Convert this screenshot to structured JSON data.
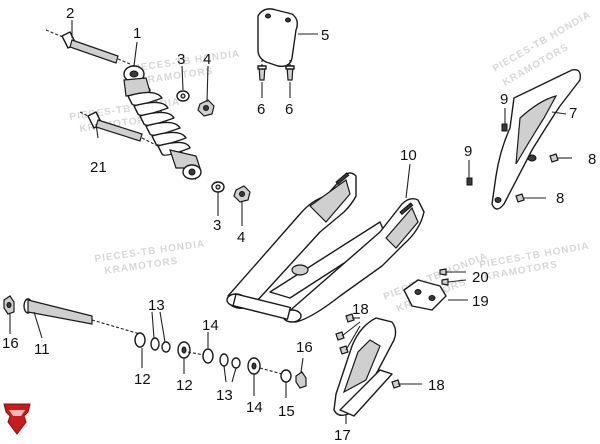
{
  "diagram": {
    "watermark": {
      "line1": "PIECES-TB HONDIA",
      "line2": "KRAMOTORS"
    },
    "callouts": {
      "p1": "1",
      "p2": "2",
      "p3a": "3",
      "p3b": "3",
      "p4a": "4",
      "p4b": "4",
      "p5": "5",
      "p6a": "6",
      "p6b": "6",
      "p7": "7",
      "p8a": "8",
      "p8b": "8",
      "p9a": "9",
      "p9b": "9",
      "p10": "10",
      "p11": "11",
      "p12a": "12",
      "p12b": "12",
      "p13a": "13",
      "p13b": "13",
      "p14a": "14",
      "p14b": "14",
      "p15": "15",
      "p16a": "16",
      "p16b": "16",
      "p17": "17",
      "p18a": "18",
      "p18b": "18",
      "p19": "19",
      "p20": "20",
      "p21": "21"
    },
    "colors": {
      "ink": "#111111",
      "logo": "#cc1a1a",
      "watermark": "#d7d7d7"
    },
    "logo_icon": "wing-logo-icon"
  }
}
